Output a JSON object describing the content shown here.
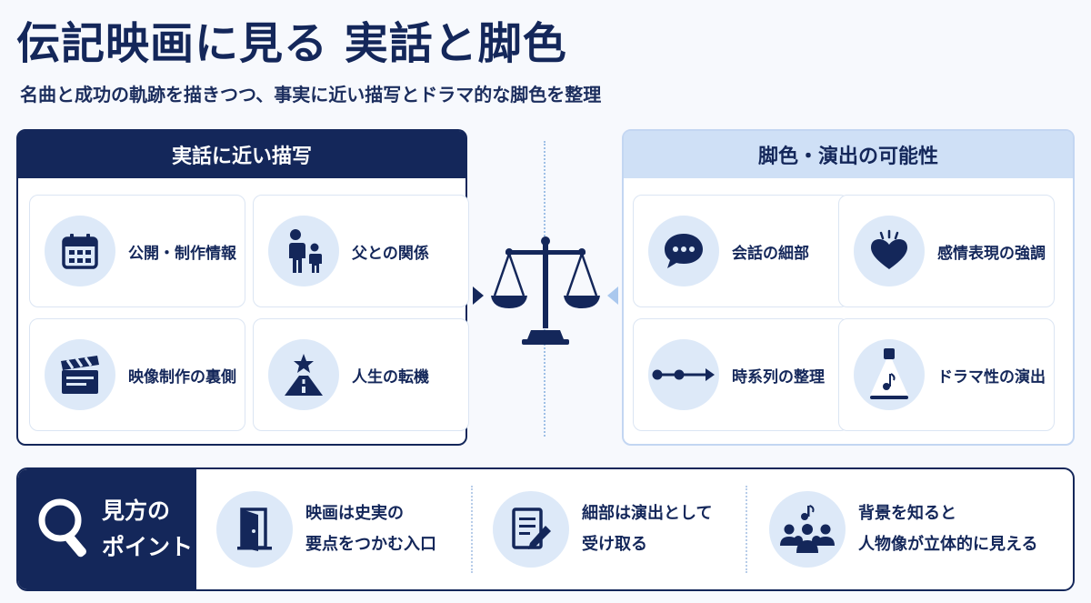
{
  "title": "伝記映画に見る 実話と脚色",
  "subtitle": "名曲と成功の軌跡を描きつつ、事実に近い描写とドラマ的な脚色を整理",
  "left_panel": {
    "heading": "実話に近い描写",
    "items": [
      {
        "label": "公開・制作情報",
        "icon": "calendar-icon"
      },
      {
        "label": "父との関係",
        "icon": "father-child-icon"
      },
      {
        "label": "映像制作の裏側",
        "icon": "clapperboard-icon"
      },
      {
        "label": "人生の転機",
        "icon": "road-star-icon"
      }
    ]
  },
  "right_panel": {
    "heading": "脚色・演出の可能性",
    "items": [
      {
        "label": "会話の細部",
        "icon": "speech-bubble-icon"
      },
      {
        "label": "感情表現の強調",
        "icon": "heart-icon"
      },
      {
        "label": "時系列の整理",
        "icon": "timeline-icon"
      },
      {
        "label": "ドラマ性の演出",
        "icon": "spotlight-music-icon"
      }
    ]
  },
  "center_icon": "balance-scale-icon",
  "bottom": {
    "heading_line1": "見方の",
    "heading_line2": "ポイント",
    "points": [
      {
        "line1": "映画は史実の",
        "line2": "要点をつかむ入口",
        "icon": "door-icon"
      },
      {
        "line1": "細部は演出として",
        "line2": "受け取る",
        "icon": "document-pen-icon"
      },
      {
        "line1": "背景を知ると",
        "line2": "人物像が立体的に見える",
        "icon": "people-music-icon"
      }
    ]
  },
  "colors": {
    "navy": "#14275a",
    "light_blue": "#dde9f8",
    "panel_head_light": "#cfe0f6",
    "background": "#f7f9fd"
  }
}
